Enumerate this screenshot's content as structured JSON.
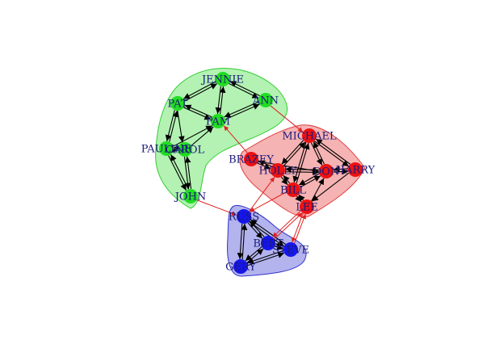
{
  "graph": {
    "groups": [
      {
        "id": "green",
        "fill": "#b3f2b3",
        "stroke": "#33cc33",
        "node_color": "#22dd22"
      },
      {
        "id": "red",
        "fill": "#f6b3b3",
        "stroke": "#e04040",
        "node_color": "#ee1111"
      },
      {
        "id": "blue",
        "fill": "#b3b3ee",
        "stroke": "#3333cc",
        "node_color": "#1515ee"
      }
    ],
    "nodes": [
      {
        "id": "JENNIE",
        "label": "JENNIE",
        "group": "green"
      },
      {
        "id": "ANN",
        "label": "ANN",
        "group": "green"
      },
      {
        "id": "PAT",
        "label": "PAT",
        "group": "green"
      },
      {
        "id": "PAM",
        "label": "PAM",
        "group": "green"
      },
      {
        "id": "PAULINE",
        "label": "PAULINE",
        "group": "green"
      },
      {
        "id": "CAROL",
        "label": "CAROL",
        "group": "green"
      },
      {
        "id": "JOHN",
        "label": "JOHN",
        "group": "green"
      },
      {
        "id": "MICHAEL",
        "label": "MICHAEL",
        "group": "red"
      },
      {
        "id": "BRAZEY",
        "label": "BRAZEY",
        "group": "red"
      },
      {
        "id": "HOLLY",
        "label": "HOLLY",
        "group": "red"
      },
      {
        "id": "DON",
        "label": "DON",
        "group": "red"
      },
      {
        "id": "HARRY",
        "label": "HARRY",
        "group": "red"
      },
      {
        "id": "BILL",
        "label": "BILL",
        "group": "red"
      },
      {
        "id": "LEE",
        "label": "LEE",
        "group": "red"
      },
      {
        "id": "RUSS",
        "label": "RUSS",
        "group": "blue"
      },
      {
        "id": "BERT",
        "label": "BERT",
        "group": "blue"
      },
      {
        "id": "STEVE",
        "label": "STEVE",
        "group": "blue"
      },
      {
        "id": "GERY",
        "label": "GERY",
        "group": "blue"
      }
    ],
    "edges": [
      [
        "JENNIE",
        "PAM"
      ],
      [
        "JENNIE",
        "PAT"
      ],
      [
        "JENNIE",
        "ANN"
      ],
      [
        "ANN",
        "JENNIE"
      ],
      [
        "ANN",
        "PAM"
      ],
      [
        "PAM",
        "ANN"
      ],
      [
        "PAT",
        "PAM"
      ],
      [
        "PAM",
        "PAT"
      ],
      [
        "PAT",
        "JENNIE"
      ],
      [
        "PAT",
        "PAULINE"
      ],
      [
        "PAULINE",
        "PAT"
      ],
      [
        "PAT",
        "CAROL"
      ],
      [
        "PAULINE",
        "PAM"
      ],
      [
        "CAROL",
        "PAM"
      ],
      [
        "PAULINE",
        "CAROL"
      ],
      [
        "CAROL",
        "PAULINE"
      ],
      [
        "PAULINE",
        "JOHN"
      ],
      [
        "JOHN",
        "PAULINE"
      ],
      [
        "CAROL",
        "JOHN"
      ],
      [
        "JOHN",
        "CAROL"
      ],
      [
        "PAM",
        "JENNIE"
      ],
      [
        "MICHAEL",
        "HOLLY"
      ],
      [
        "HOLLY",
        "MICHAEL"
      ],
      [
        "MICHAEL",
        "DON"
      ],
      [
        "DON",
        "MICHAEL"
      ],
      [
        "MICHAEL",
        "HARRY"
      ],
      [
        "HARRY",
        "MICHAEL"
      ],
      [
        "MICHAEL",
        "BILL"
      ],
      [
        "BILL",
        "MICHAEL"
      ],
      [
        "BRAZEY",
        "HOLLY"
      ],
      [
        "HOLLY",
        "BRAZEY"
      ],
      [
        "BRAZEY",
        "DON"
      ],
      [
        "HOLLY",
        "DON"
      ],
      [
        "DON",
        "HOLLY"
      ],
      [
        "DON",
        "HARRY"
      ],
      [
        "HARRY",
        "DON"
      ],
      [
        "BILL",
        "DON"
      ],
      [
        "DON",
        "BILL"
      ],
      [
        "BILL",
        "LEE"
      ],
      [
        "LEE",
        "BILL"
      ],
      [
        "LEE",
        "DON"
      ],
      [
        "HOLLY",
        "BILL"
      ],
      [
        "BILL",
        "HOLLY"
      ],
      [
        "HARRY",
        "LEE"
      ],
      [
        "RUSS",
        "BERT"
      ],
      [
        "BERT",
        "RUSS"
      ],
      [
        "RUSS",
        "GERY"
      ],
      [
        "GERY",
        "RUSS"
      ],
      [
        "RUSS",
        "STEVE"
      ],
      [
        "STEVE",
        "RUSS"
      ],
      [
        "BERT",
        "STEVE"
      ],
      [
        "STEVE",
        "BERT"
      ],
      [
        "BERT",
        "GERY"
      ],
      [
        "GERY",
        "BERT"
      ],
      [
        "GERY",
        "STEVE"
      ],
      [
        "STEVE",
        "GERY"
      ]
    ],
    "cross_edges": [
      [
        "ANN",
        "MICHAEL"
      ],
      [
        "BRAZEY",
        "PAM"
      ],
      [
        "JOHN",
        "RUSS"
      ],
      [
        "RUSS",
        "HOLLY"
      ],
      [
        "BILL",
        "RUSS"
      ],
      [
        "LEE",
        "STEVE"
      ],
      [
        "STEVE",
        "LEE"
      ],
      [
        "LEE",
        "BERT"
      ],
      [
        "BERT",
        "LEE"
      ]
    ],
    "edge_color": "#000000",
    "cross_edge_color": "#e02020"
  }
}
